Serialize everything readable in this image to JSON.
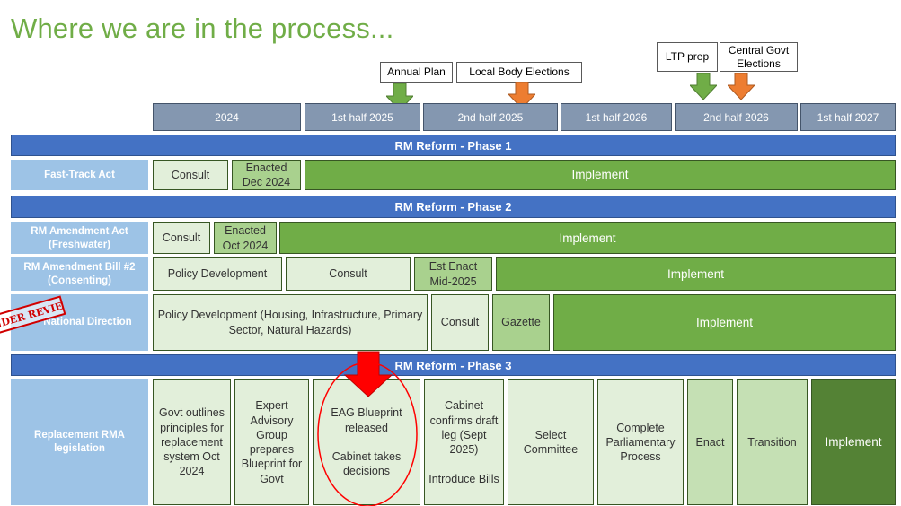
{
  "title": "Where we are in the process...",
  "callouts": {
    "annual_plan": "Annual Plan",
    "local_body": "Local Body Elections",
    "ltp_prep": "LTP prep",
    "central_govt": "Central Govt Elections"
  },
  "periods": [
    "2024",
    "1st half 2025",
    "2nd half 2025",
    "1st half 2026",
    "2nd half 2026",
    "1st half 2027"
  ],
  "phases": {
    "p1": "RM Reform - Phase 1",
    "p2": "RM Reform - Phase 2",
    "p3": "RM Reform - Phase 3"
  },
  "rows": {
    "fast_track": {
      "label": "Fast-Track Act",
      "consult": "Consult",
      "enacted": "Enacted Dec 2024",
      "implement": "Implement"
    },
    "rm_amend_act": {
      "label": "RM Amendment Act (Freshwater)",
      "consult": "Consult",
      "enacted": "Enacted Oct 2024",
      "implement": "Implement"
    },
    "rm_amend_bill": {
      "label": "RM Amendment Bill #2 (Consenting)",
      "policy": "Policy Development",
      "consult": "Consult",
      "enact": "Est Enact Mid-2025",
      "implement": "Implement"
    },
    "national_direction": {
      "label": "National Direction",
      "stamp": "UNDER REVIEW",
      "policy": "Policy Development (Housing, Infrastructure, Primary Sector, Natural Hazards)",
      "consult": "Consult",
      "gazette": "Gazette",
      "implement": "Implement"
    },
    "replacement": {
      "label": "Replacement RMA legislation",
      "govt": "Govt outlines principles for replacement system Oct 2024",
      "expert": "Expert Advisory Group prepares Blueprint for Govt",
      "eag": "EAG Blueprint released\n\nCabinet takes decisions",
      "cabinet": "Cabinet confirms draft leg (Sept 2025)\n\nIntroduce Bills",
      "select": "Select Committee",
      "complete": "Complete Parliamentary Process",
      "enact": "Enact",
      "transition": "Transition",
      "implement": "Implement"
    }
  },
  "colors": {
    "title": "#70ad47",
    "phase_bar": "#4472c4",
    "period_bar": "#8497b0",
    "row_label": "#9dc3e6",
    "implement": "#70ad47",
    "final_implement": "#548235",
    "arrow_green": "#70ad47",
    "arrow_orange": "#ed7d31",
    "marker_red": "#ff0000"
  },
  "icons": {
    "period_arrows": "down-arrow",
    "current_position": "big-red-down-arrow",
    "highlight": "red-ellipse"
  }
}
